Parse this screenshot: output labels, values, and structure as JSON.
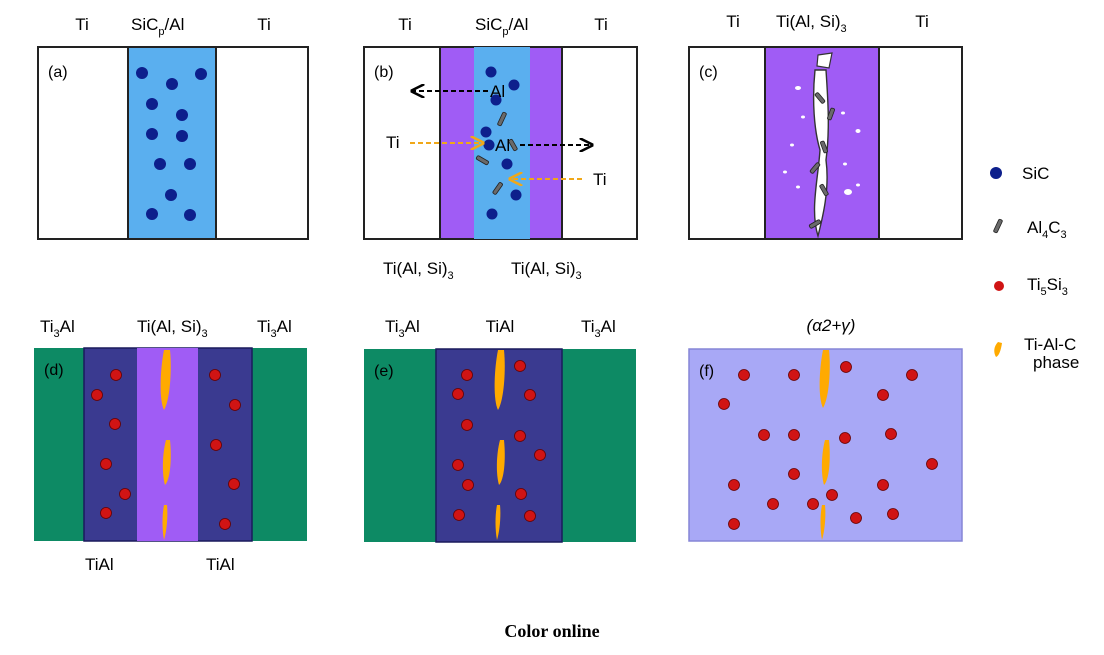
{
  "colors": {
    "sic": "#0d1f8c",
    "al4c3": "#6a6a6a",
    "ti5si3": "#d01414",
    "tialc": "#ffaa00",
    "sic_al": "#5aafef",
    "ti_al_si3": "#a05cf5",
    "ti3al": "#0d8a64",
    "tial": "#3a3a90",
    "alpha_gamma": "#a8a8f6"
  },
  "panels": {
    "a": {
      "tag": "(a)",
      "top_left": "Ti",
      "top_mid_main": "SiC",
      "top_mid_sub": "p",
      "top_mid_tail": "/Al",
      "top_right": "Ti"
    },
    "b": {
      "tag": "(b)",
      "top_left": "Ti",
      "top_mid_main": "SiC",
      "top_mid_sub": "p",
      "top_mid_tail": "/Al",
      "top_right": "Ti",
      "arrow_al_1": "Al",
      "arrow_al_2": "Al",
      "arrow_ti_1": "Ti",
      "arrow_ti_2": "Ti",
      "bottom_left_main": "Ti(Al, Si)",
      "bottom_left_sub": "3",
      "bottom_right_main": "Ti(Al, Si)",
      "bottom_right_sub": "3"
    },
    "c": {
      "tag": "(c)",
      "top_left": "Ti",
      "top_mid_main": "Ti(Al, Si)",
      "top_mid_sub": "3",
      "top_right": "Ti"
    },
    "d": {
      "tag": "(d)",
      "top_left_main": "Ti",
      "top_left_sub": "3",
      "top_left_tail": "Al",
      "top_mid_main": "Ti(Al, Si)",
      "top_mid_sub": "3",
      "top_right_main": "Ti",
      "top_right_sub": "3",
      "top_right_tail": "Al",
      "bottom_left": "TiAl",
      "bottom_right": "TiAl"
    },
    "e": {
      "tag": "(e)",
      "top_left_main": "Ti",
      "top_left_sub": "3",
      "top_left_tail": "Al",
      "top_mid": "TiAl",
      "top_right_main": "Ti",
      "top_right_sub": "3",
      "top_right_tail": "Al"
    },
    "f": {
      "tag": "(f)",
      "top_mid": "(α2+γ)"
    }
  },
  "legend": {
    "items": [
      {
        "symbol": "sic-dot",
        "main": "SiC"
      },
      {
        "symbol": "al4c3-rod",
        "main": "Al4C3"
      },
      {
        "symbol": "ti5si3-dot",
        "main": "Ti5Si3"
      },
      {
        "symbol": "tialc-flake",
        "main": "Ti-Al-C",
        "second_line": "phase"
      }
    ],
    "al4c3_parts": [
      "Al",
      "4",
      "C",
      "3"
    ],
    "ti5si3_parts": [
      "Ti",
      "5",
      "Si",
      "3"
    ]
  },
  "caption": "Color online"
}
